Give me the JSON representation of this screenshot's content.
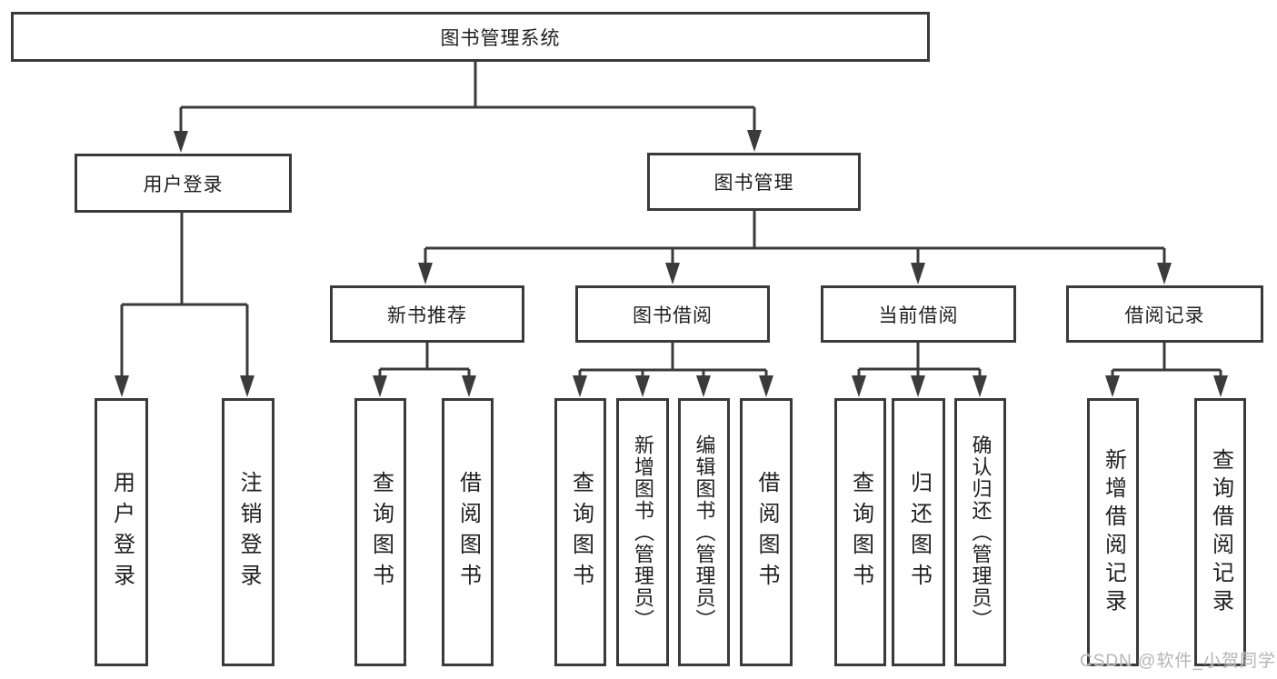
{
  "diagram_title": "图书管理系统",
  "tree": {
    "label": "图书管理系统",
    "children": [
      {
        "label": "用户登录",
        "children": [
          {
            "label": "用户登录"
          },
          {
            "label": "注销登录"
          }
        ]
      },
      {
        "label": "图书管理",
        "children": [
          {
            "label": "新书推荐",
            "children": [
              {
                "label": "查询图书"
              },
              {
                "label": "借阅图书"
              }
            ]
          },
          {
            "label": "图书借阅",
            "children": [
              {
                "label": "查询图书"
              },
              {
                "label": "新增图书（管理员）"
              },
              {
                "label": "编辑图书（管理员）"
              },
              {
                "label": "借阅图书"
              }
            ]
          },
          {
            "label": "当前借阅",
            "children": [
              {
                "label": "查询图书"
              },
              {
                "label": "归还图书"
              },
              {
                "label": "确认归还（管理员）"
              }
            ]
          },
          {
            "label": "借阅记录",
            "children": [
              {
                "label": "新增借阅记录"
              },
              {
                "label": "查询借阅记录"
              }
            ]
          }
        ]
      }
    ]
  },
  "watermark": {
    "text": "CSDN @软件_小贺同学"
  },
  "colors": {
    "line": "#3b3b3b",
    "box_border": "#3a3a3a",
    "text": "#1f1f1f",
    "background": "#ffffff",
    "watermark": "#b5b5b5"
  }
}
